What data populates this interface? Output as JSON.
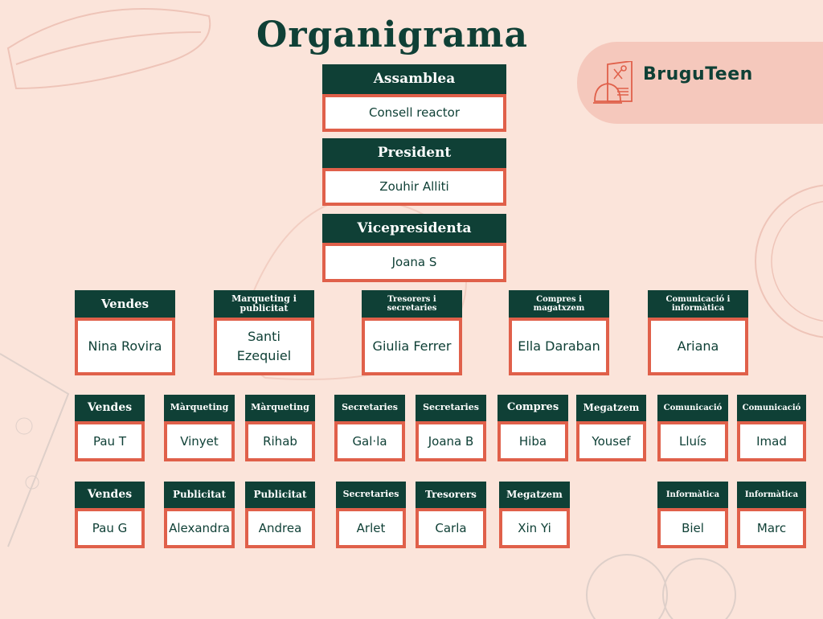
{
  "title": "Organigrama",
  "brand": {
    "name": "BruguTeen",
    "icon": "menu-cloche-icon"
  },
  "colors": {
    "background": "#fbe4da",
    "header": "#0f4036",
    "border": "#e0604a",
    "badge": "#f5c8bc"
  },
  "cards": [
    {
      "role": "Assamblea",
      "name": "Consell reactor"
    },
    {
      "role": "President",
      "name": "Zouhir Alliti"
    },
    {
      "role": "Vicepresidenta",
      "name": "Joana S"
    },
    {
      "role": "Vendes",
      "name": "Nina Rovira"
    },
    {
      "role": "Marqueting i publicitat",
      "name": "Santi Ezequiel"
    },
    {
      "role": "Tresorers i secretaries",
      "name": "Giulia Ferrer"
    },
    {
      "role": "Compres i magatxzem",
      "name": "Ella Daraban"
    },
    {
      "role": "Comunicació i informàtica",
      "name": "Ariana"
    },
    {
      "role": "Vendes",
      "name": "Pau T"
    },
    {
      "role": "Màrqueting",
      "name": "Vinyet"
    },
    {
      "role": "Màrqueting",
      "name": "Rihab"
    },
    {
      "role": "Secretaries",
      "name": "Gal·la"
    },
    {
      "role": "Secretaries",
      "name": "Joana B"
    },
    {
      "role": "Compres",
      "name": "Hiba"
    },
    {
      "role": "Megatzem",
      "name": "Yousef"
    },
    {
      "role": "Comunicació",
      "name": "Lluís"
    },
    {
      "role": "Comunicació",
      "name": "Imad"
    },
    {
      "role": "Vendes",
      "name": "Pau G"
    },
    {
      "role": "Publicitat",
      "name": "Alexandra"
    },
    {
      "role": "Publicitat",
      "name": "Andrea"
    },
    {
      "role": "Secretaries",
      "name": "Arlet"
    },
    {
      "role": "Tresorers",
      "name": "Carla"
    },
    {
      "role": "Megatzem",
      "name": "Xin Yi"
    },
    {
      "role": "Informàtica",
      "name": "Biel"
    },
    {
      "role": "Informàtica",
      "name": "Marc"
    }
  ]
}
